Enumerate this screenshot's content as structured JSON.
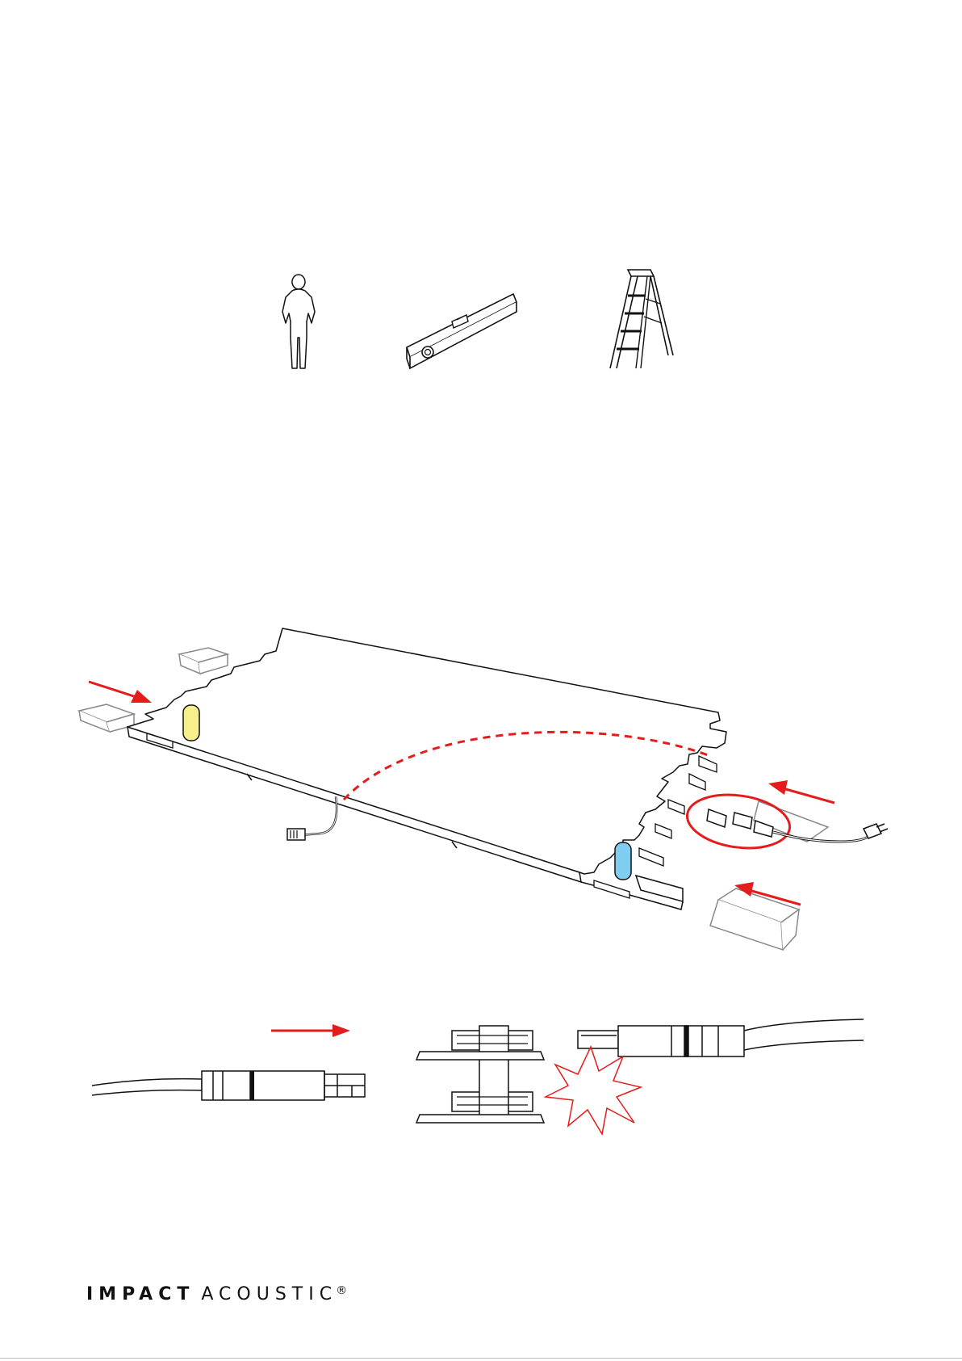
{
  "tools": [
    {
      "name": "person",
      "icon": "person-silhouette-icon"
    },
    {
      "name": "spirit-level",
      "icon": "spirit-level-icon"
    },
    {
      "name": "step-ladder",
      "icon": "step-ladder-icon"
    }
  ],
  "footer": {
    "brand_bold": "IMPACT",
    "brand_light": "ACOUSTIC",
    "registered": "®"
  },
  "colors": {
    "arrow_red": "#e41c1c",
    "marker_yellow": "#f7ef8a",
    "marker_blue": "#7fcdf0",
    "line": "#111111",
    "block_grey": "#888888"
  }
}
